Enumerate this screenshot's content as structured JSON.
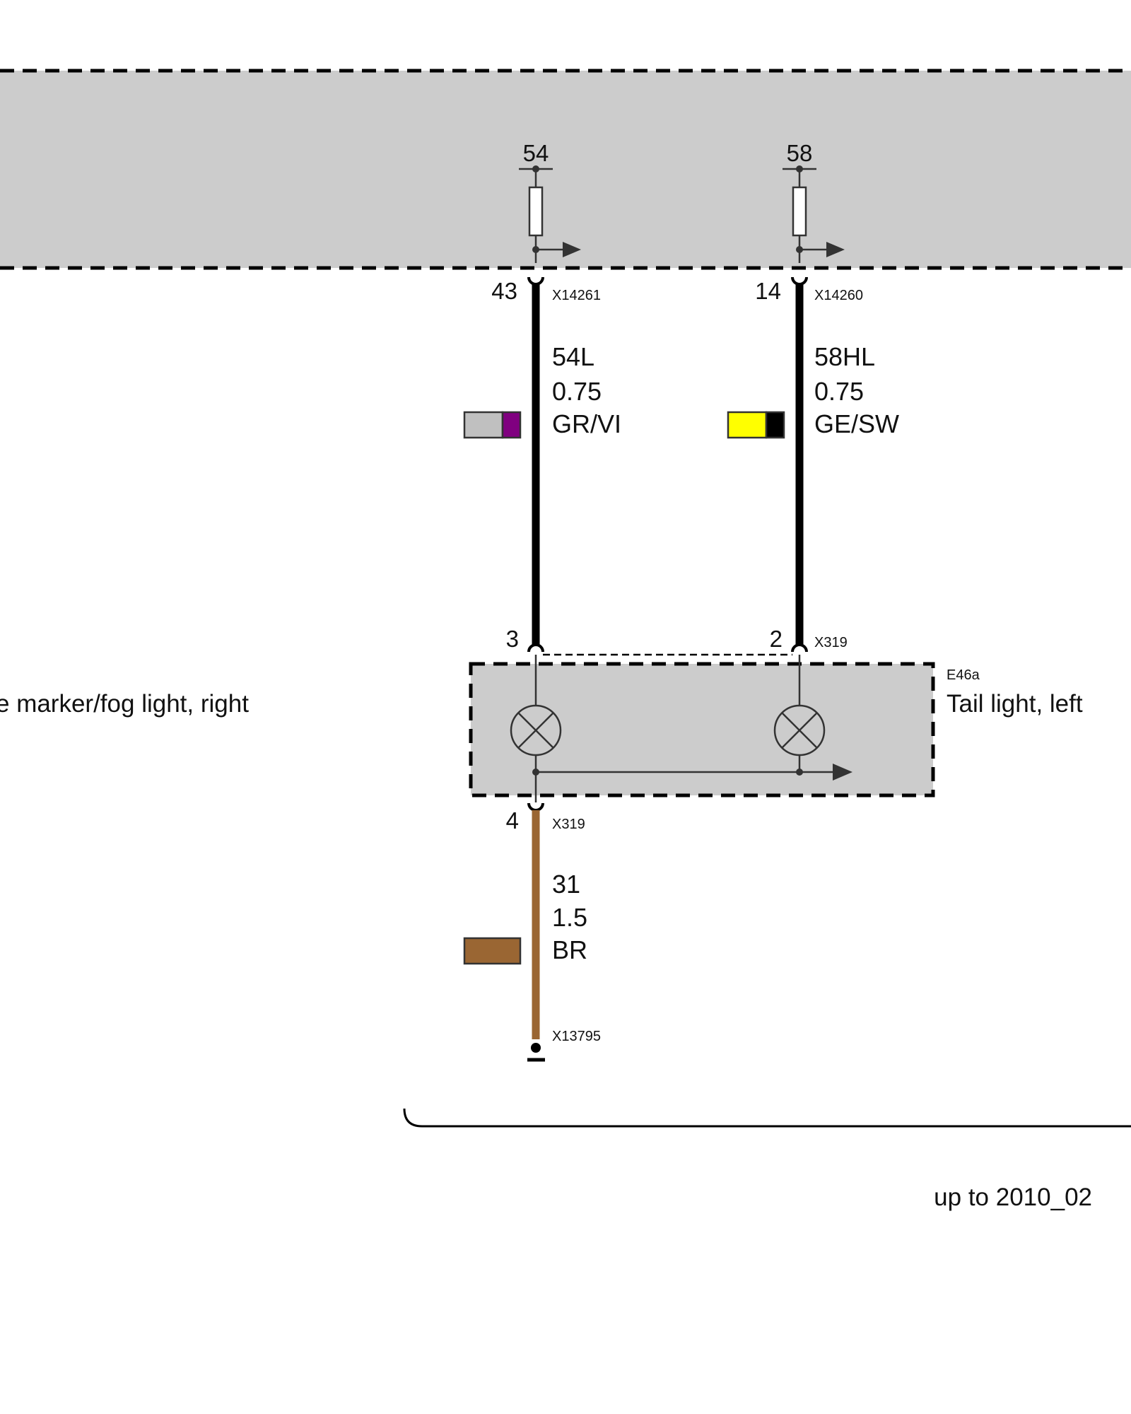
{
  "module": {
    "terminal_54": "54",
    "terminal_58": "58"
  },
  "wires": [
    {
      "pin": "43",
      "connector": "X14261",
      "signal": "54L",
      "gauge": "0.75",
      "color_code": "GR/VI",
      "colors": [
        "#c0c0c0",
        "#800080"
      ]
    },
    {
      "pin": "14",
      "connector": "X14260",
      "signal": "58HL",
      "gauge": "0.75",
      "color_code": "GE/SW",
      "colors": [
        "#ffff00",
        "#000000"
      ]
    },
    {
      "pin": "4",
      "connector": "X319",
      "signal": "31",
      "gauge": "1.5",
      "color_code": "BR",
      "colors": [
        "#9a6633"
      ]
    }
  ],
  "tail_light": {
    "pin_left": "3",
    "pin_right": "2",
    "connector": "X319",
    "id": "E46a",
    "name": "Tail light, left"
  },
  "ground": {
    "connector": "X13795"
  },
  "side_label": "e marker/fog light, right",
  "variant_note": "up to 2010_02",
  "colors": {
    "module_fill": "#cccccc",
    "ground_wire": "#9a6633",
    "wire": "#000000"
  }
}
